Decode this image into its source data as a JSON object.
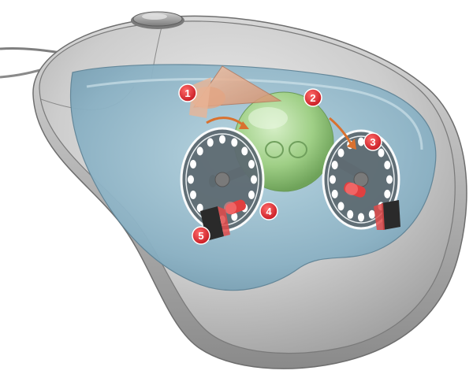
{
  "callouts": [
    {
      "label": "1"
    },
    {
      "label": "2"
    },
    {
      "label": "3"
    },
    {
      "label": "4"
    },
    {
      "label": "5"
    }
  ],
  "colors": {
    "body": "#c9c9c9",
    "body_dark": "#8f8f8f",
    "window": "#8fb5c8",
    "ball": "#9ccc86",
    "callout": "#d3212a",
    "led": "#e04040",
    "sensor": "#2a2a2a"
  },
  "icons": {
    "scroll_wheel": "scroll-wheel-icon",
    "cable": "cable-icon"
  }
}
